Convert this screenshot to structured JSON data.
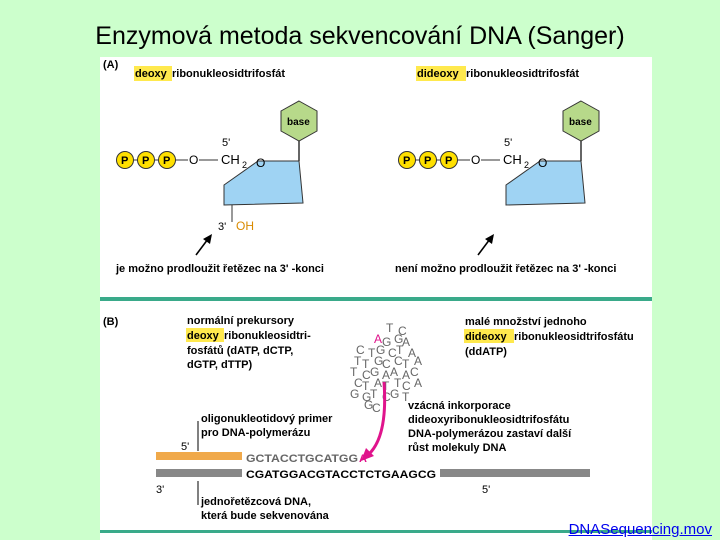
{
  "slide": {
    "title": "Enzymová metoda sekvencování DNA (Sanger)",
    "video_link": "DNASequencing.mov"
  },
  "panel_a": {
    "label": "(A)",
    "left": {
      "title_highlight": "deoxy",
      "title_rest": "ribonukleosidtrifosfát",
      "base": "base",
      "p_labels": [
        "P",
        "P",
        "P"
      ],
      "o_label": "O",
      "ch2_label": "CH",
      "ch2_sub": "2",
      "ring_o": "O",
      "five_prime": "5'",
      "three_prime": "3'",
      "oh_label": "OH",
      "caption": "je možno prodloužit řetězec na 3' -konci"
    },
    "right": {
      "title_highlight": "dideoxy",
      "title_rest": "ribonukleosidtrifosfát",
      "base": "base",
      "p_labels": [
        "P",
        "P",
        "P"
      ],
      "o_label": "O",
      "ch2_label": "CH",
      "ch2_sub": "2",
      "ring_o": "O",
      "five_prime": "5'",
      "caption": "není možno prodloužit řetězec na 3' -konci"
    }
  },
  "panel_b": {
    "label": "(B)",
    "precursor_lines": [
      "normální prekursory",
      "ribonukleosidtri-",
      "fosfátů (dATP, dCTP,",
      "dGTP, dTTP)"
    ],
    "precursor_highlight": "deoxy",
    "small_amount_lines": [
      "malé množství jednoho",
      "ribonukleosidtrifosfátu",
      "(ddATP)"
    ],
    "small_amount_highlight": "dideoxy",
    "primer_caption": [
      "oligonukleotidový primer",
      "pro DNA-polymerázu"
    ],
    "rare_incorporation": [
      "vzácná inkorporace",
      "dideoxyribonukleosidtrifosfátu",
      "DNA-polymerázou zastaví další",
      "růst molekuly DNA"
    ],
    "primer_seq": "GCTACCTGCATGG",
    "terminal_base": "A",
    "template_seq": "CGATGGACGTACCTCTGAAGCG",
    "five_prime_top": "5'",
    "three_prime_bottom": "3'",
    "five_prime_bottom": "5'",
    "template_caption": [
      "jednořetězcová DNA,",
      "která bude sekvenována"
    ],
    "cloud_letters": [
      "T",
      "C",
      "A",
      "G",
      "G",
      "A",
      "C",
      "T",
      "G",
      "C",
      "T",
      "A",
      "T",
      "T",
      "G",
      "C",
      "C",
      "T",
      "A",
      "T",
      "C",
      "G",
      "A",
      "A",
      "A",
      "C",
      "C",
      "T",
      "A",
      "T",
      "T",
      "C",
      "A",
      "G",
      "G",
      "T",
      "C",
      "G",
      "T",
      "G",
      "C"
    ]
  },
  "colors": {
    "background": "#ccffcc",
    "highlight": "#ffe94d",
    "phosphate": "#ffe000",
    "sugar": "#9fd3f3",
    "base": "#b7d98a",
    "divider": "#3aaa8a",
    "arrow": "#e0148c",
    "oh": "#d98a00",
    "primer": "#f0a94a",
    "template": "#888888",
    "link": "#0000ee"
  }
}
